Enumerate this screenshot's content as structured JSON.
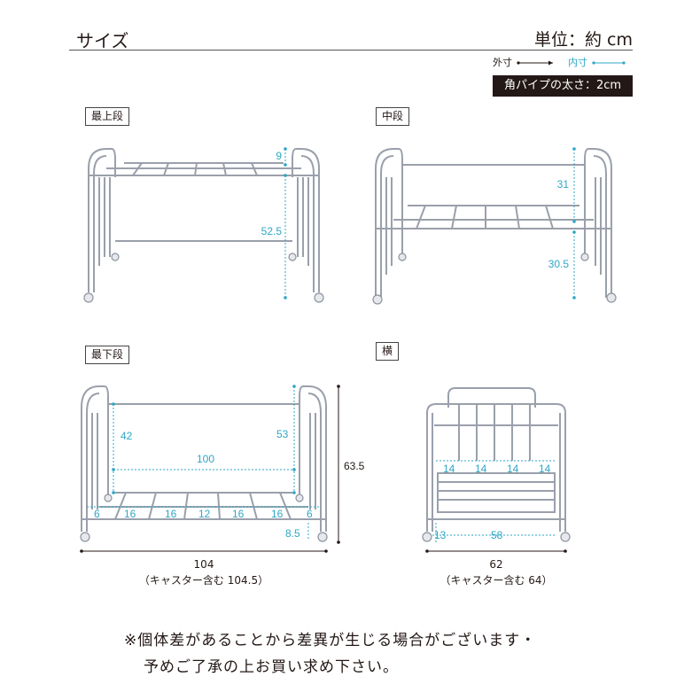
{
  "header": {
    "title": "サイズ",
    "unit": "単位：約 cm",
    "legend_outer": "外寸",
    "legend_inner": "内寸",
    "pipe_note": "角パイプの太さ：2cm"
  },
  "panels": {
    "top_shelf": {
      "label": "最上段",
      "dims": [
        "9",
        "52.5"
      ]
    },
    "middle_shelf": {
      "label": "中段",
      "dims": [
        "31",
        "30.5"
      ]
    },
    "bottom_shelf": {
      "label": "最下段",
      "dims": {
        "left_height": "42",
        "right_height": "53",
        "inner_width": "100",
        "total_height": "63.5",
        "base_height": "8.5",
        "spacings": [
          "6",
          "16",
          "16",
          "12",
          "16",
          "16",
          "6"
        ]
      },
      "width": "104",
      "width_with_casters": "（キャスター含む 104.5）"
    },
    "side": {
      "label": "横",
      "dims": {
        "spacings": [
          "14",
          "14",
          "14",
          "14"
        ],
        "left_offset": "13",
        "inner_depth": "58"
      },
      "width": "62",
      "width_with_casters": "（キャスター含む 64）"
    }
  },
  "notes": {
    "line1": "※個体差があることから差異が生じる場合がございます・",
    "line2": "予めご了承の上お買い求め下さい。"
  },
  "colors": {
    "inner_dim": "#2ea7c6",
    "frame": "#c9cdd6",
    "frame_stroke": "#8d93a0",
    "text": "#231815"
  }
}
